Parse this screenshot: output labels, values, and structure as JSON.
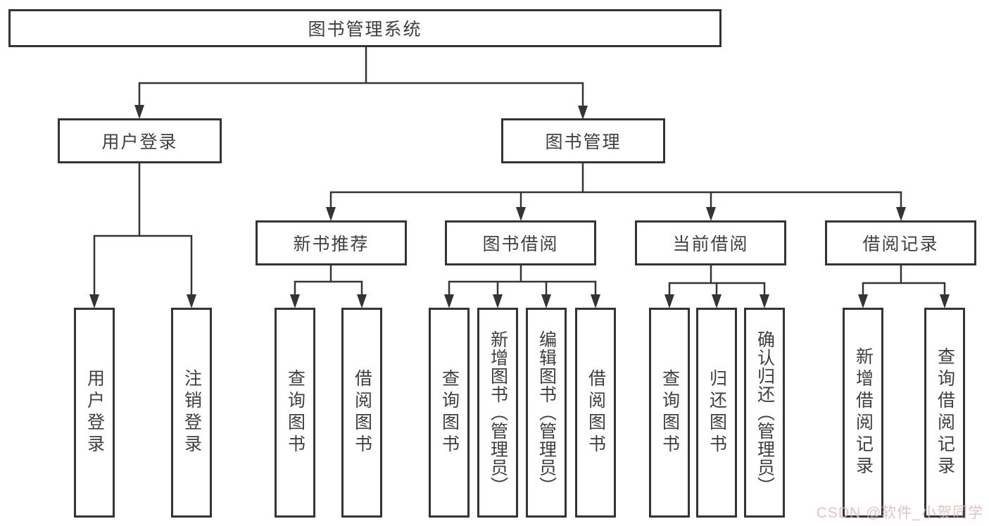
{
  "diagram": {
    "title": "图书管理系统",
    "colors": {
      "line": "#343434",
      "box_border": "#343434",
      "text": "#3f3f3f",
      "watermark": "#dfb7b7",
      "background": "#ffffff"
    }
  },
  "tree": {
    "root": {
      "label": "图书管理系统"
    },
    "level2": [
      {
        "label": "用户登录",
        "children": [
          {
            "label": "用户登录"
          },
          {
            "label": "注销登录"
          }
        ]
      },
      {
        "label": "图书管理",
        "children": [
          {
            "label": "新书推荐",
            "children": [
              {
                "label": "查询图书"
              },
              {
                "label": "借阅图书"
              }
            ]
          },
          {
            "label": "图书借阅",
            "children": [
              {
                "label": "查询图书"
              },
              {
                "label": "新增图书（管理员）"
              },
              {
                "label": "编辑图书（管理员）"
              },
              {
                "label": "借阅图书"
              }
            ]
          },
          {
            "label": "当前借阅",
            "children": [
              {
                "label": "查询图书"
              },
              {
                "label": "归还图书"
              },
              {
                "label": "确认归还（管理员）"
              }
            ]
          },
          {
            "label": "借阅记录",
            "children": [
              {
                "label": "新增借阅记录"
              },
              {
                "label": "查询借阅记录"
              }
            ]
          }
        ]
      }
    ]
  },
  "watermark": {
    "text": "CSDN @软件_小贺同学"
  }
}
